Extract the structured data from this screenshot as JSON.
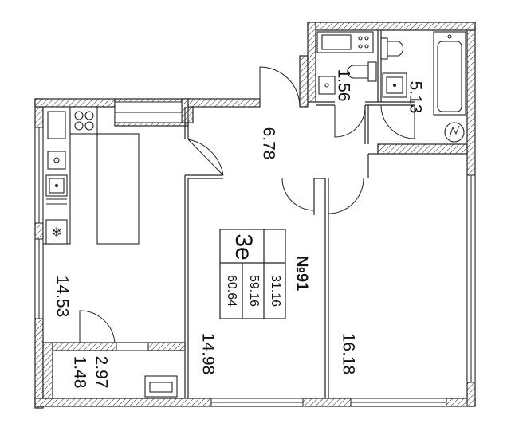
{
  "apartment": {
    "number": "№91",
    "rooms": "3е",
    "areas": {
      "living": "31.16",
      "total_living": "59.16",
      "total": "60.64"
    }
  },
  "rooms": {
    "corridor": "6.78",
    "wc": "1.56",
    "bathroom": "5.13",
    "kitchen": "14.53",
    "balcony_full": "2.97",
    "balcony_reduced": "1.48",
    "bedroom_middle": "14.98",
    "bedroom_right": "16.18"
  },
  "icons": {
    "fridge": "snowflake-icon",
    "boiler": "boiler-icon"
  }
}
